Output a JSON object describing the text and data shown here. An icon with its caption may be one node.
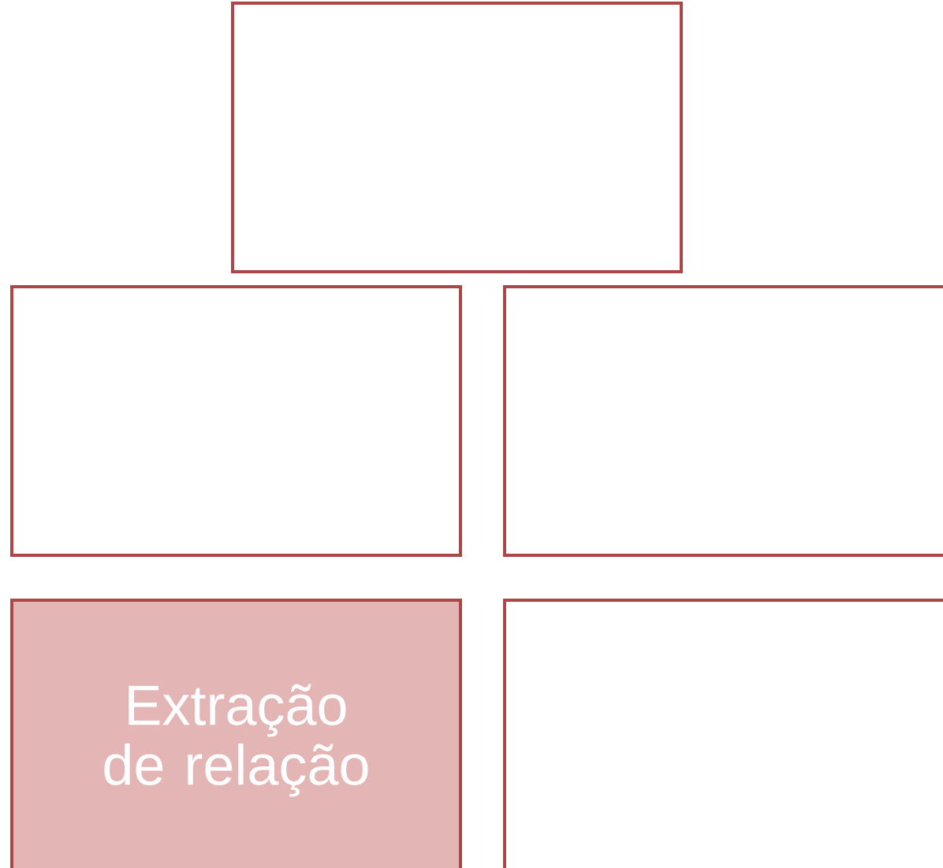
{
  "diagram": {
    "nodes": [
      {
        "text": [],
        "shape": "box"
      },
      {
        "text": [],
        "shape": "box"
      },
      {
        "text": [],
        "shape": "box"
      },
      {
        "text": [
          "Extração de relação"
        ]
      },
      {
        "text": [],
        "shape": "box"
      }
    ]
  }
}
